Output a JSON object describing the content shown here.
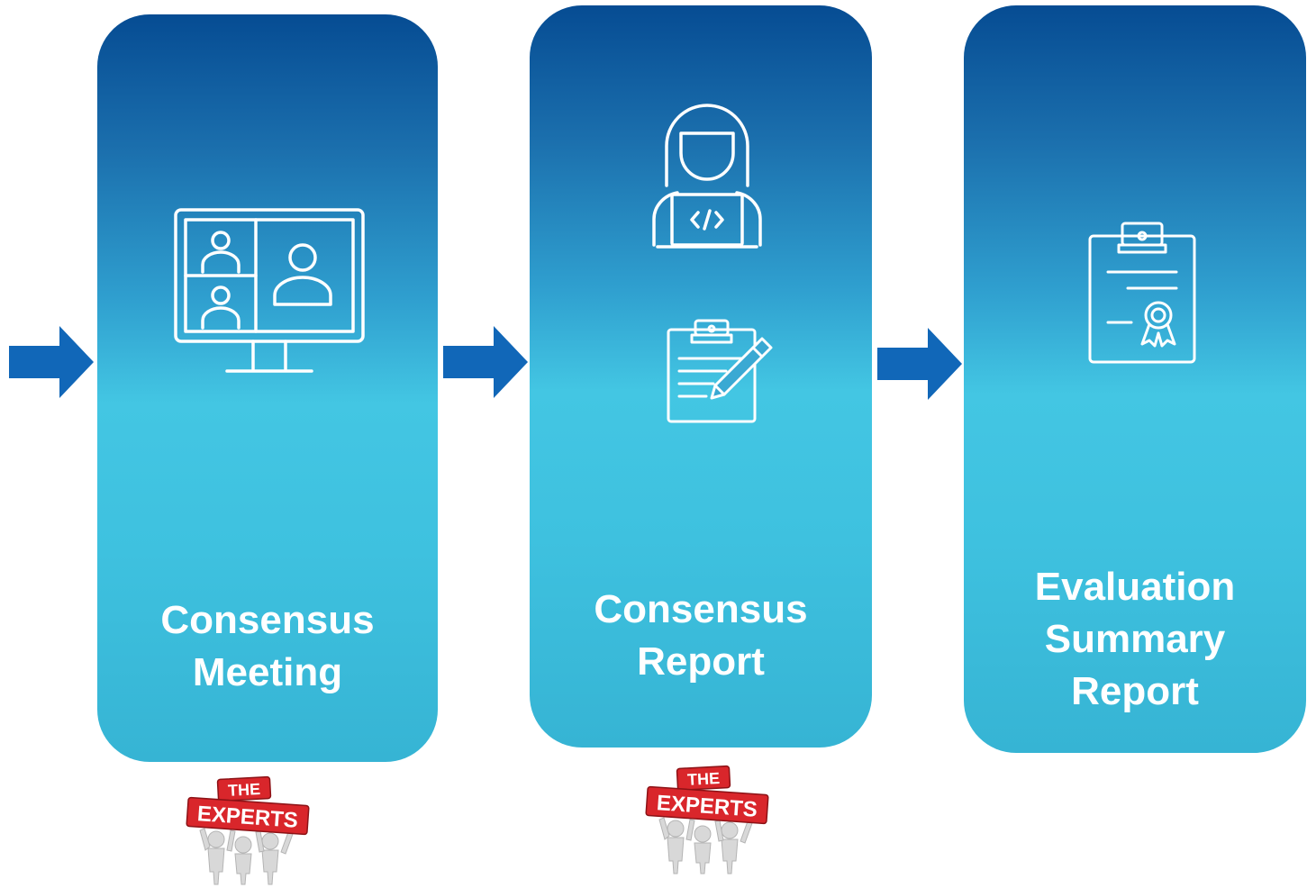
{
  "colors": {
    "card_top": "#064c93",
    "card_middle": "#43c6e3",
    "card_bottom": "#36b4d4",
    "arrow": "#1167b8",
    "text": "#ffffff",
    "experts_sign": "#d9262b"
  },
  "steps": [
    {
      "title_lines": [
        "Consensus",
        "Meeting"
      ],
      "icons": [
        "video-conference-monitor-icon"
      ],
      "has_experts_badge": true
    },
    {
      "title_lines": [
        "Consensus",
        "Report"
      ],
      "icons": [
        "developer-laptop-icon",
        "clipboard-pencil-icon"
      ],
      "has_experts_badge": true
    },
    {
      "title_lines": [
        "Evaluation",
        "Summary",
        "Report"
      ],
      "icons": [
        "clipboard-certificate-icon"
      ],
      "has_experts_badge": false
    }
  ],
  "experts_badge": {
    "line1": "THE",
    "line2": "EXPERTS"
  }
}
